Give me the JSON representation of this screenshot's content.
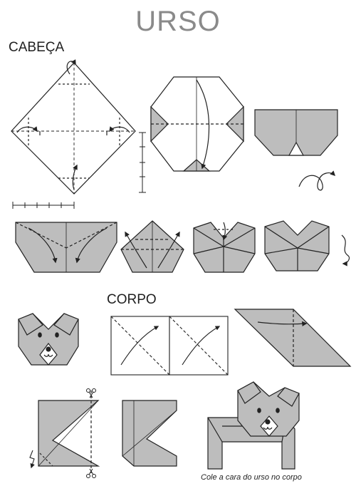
{
  "title": "URSO",
  "sections": {
    "head": "CABEÇA",
    "body": "CORPO"
  },
  "caption": "Cole a cara do urso no corpo",
  "colors": {
    "paper_fill": "#bdbdbd",
    "line": "#222222",
    "title": "#8a8a8a"
  }
}
